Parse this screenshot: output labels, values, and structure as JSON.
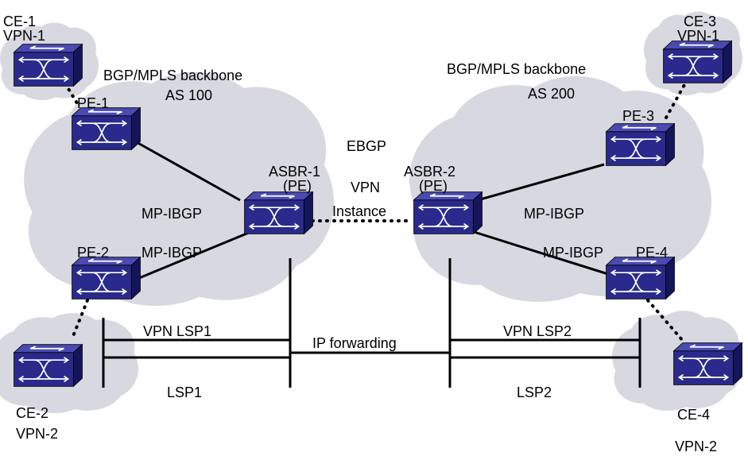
{
  "colors": {
    "cloud": "#d8d8e0",
    "router_front": "#2a2a8c",
    "router_top": "#4a4ab4",
    "router_side": "#15155c",
    "line": "#000000",
    "background": "#ffffff"
  },
  "icons": {
    "router": "router-switch-icon",
    "cloud": "cloud-icon"
  },
  "labels": {
    "ce1": "CE-1",
    "ce1_vpn": "VPN-1",
    "ce2": "CE-2",
    "ce2_vpn": "VPN-2",
    "ce3": "CE-3",
    "ce3_vpn": "VPN-1",
    "ce4": "CE-4",
    "ce4_vpn": "VPN-2",
    "pe1": "PE-1",
    "pe2": "PE-2",
    "pe3": "PE-3",
    "pe4": "PE-4",
    "asbr1": "ASBR-1",
    "asbr1_pe": "(PE)",
    "asbr2": "ASBR-2",
    "asbr2_pe": "(PE)",
    "backbone_left": "BGP/MPLS backbone",
    "as_left": "AS 100",
    "backbone_right": "BGP/MPLS backbone",
    "as_right": "AS 200",
    "ebgp": "EBGP",
    "vpn": "VPN",
    "instance": "Instance",
    "mpibgp_left_upper": "MP-IBGP",
    "mpibgp_left_lower": "MP-IBGP",
    "mpibgp_right_upper": "MP-IBGP",
    "mpibgp_right_lower": "MP-IBGP",
    "vpn_lsp1": "VPN LSP1",
    "lsp1": "LSP1",
    "ip_forwarding": "IP forwarding",
    "vpn_lsp2": "VPN LSP2",
    "lsp2": "LSP2"
  }
}
